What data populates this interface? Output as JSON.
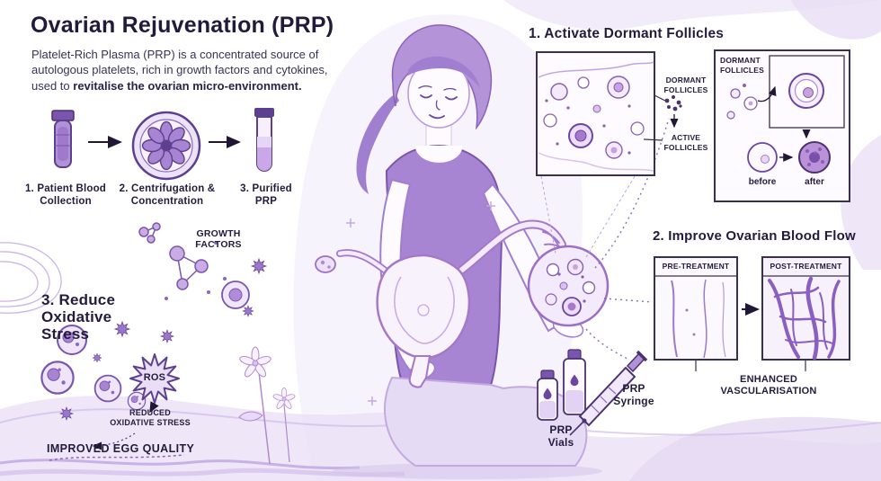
{
  "header": {
    "title": "Ovarian Rejuvenation (PRP)",
    "subtitle": "Platelet-Rich Plasma (PRP) is a concentrated source of autologous platelets, rich in growth factors and cytokines, used to ",
    "subtitle_emphasis": "revitalise the ovarian micro-environment."
  },
  "prp_process": {
    "steps": [
      {
        "label": "1. Patient Blood Collection",
        "icon": "blood-collection-tube-icon"
      },
      {
        "label": "2. Centrifugation & Concentration",
        "icon": "centrifuge-icon"
      },
      {
        "label": "3. Purified PRP",
        "icon": "prp-tube-icon"
      }
    ],
    "growth_factors_label": "GROWTH FACTORS"
  },
  "oxidative_stress": {
    "title": "3. Reduce Oxidative Stress",
    "ros_label": "ROS",
    "reduced_label": "REDUCED OXIDATIVE STRESS",
    "improved_label": "IMPROVED EGG QUALITY"
  },
  "activate_follicles": {
    "title": "1. Activate Dormant Follicles",
    "dormant_label": "DORMANT FOLLICLES",
    "active_label": "ACTIVE FOLLICLES",
    "detail": {
      "title": "DORMANT FOLLICLES",
      "before_label": "before",
      "after_label": "after"
    }
  },
  "blood_flow": {
    "title": "2. Improve Ovarian Blood Flow",
    "pre_label": "PRE-TREATMENT",
    "post_label": "POST-TREATMENT",
    "result_label": "ENHANCED VASCULARISATION"
  },
  "prp_delivery": {
    "syringe_label": "PRP Syringe",
    "vials_label": "PRP Vials"
  },
  "colors": {
    "heading_text": "#241b3c",
    "body_text": "#3a3054",
    "purple_dark": "#5d3f8f",
    "purple_mid": "#9b7bc9",
    "purple_light": "#e7dcf4",
    "panel_border": "#39304f"
  }
}
